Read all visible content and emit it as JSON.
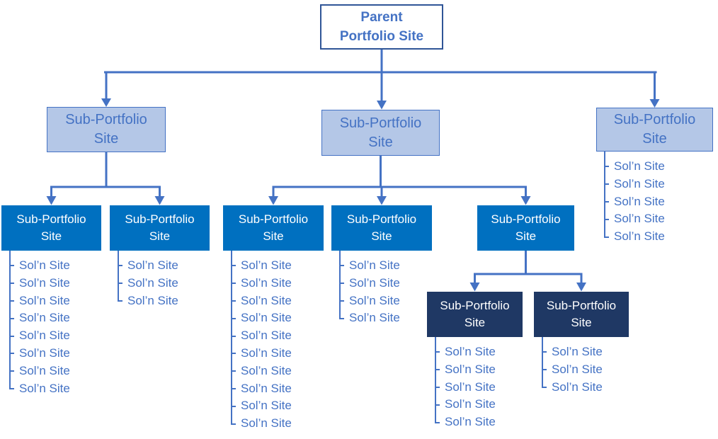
{
  "diagram": {
    "type": "hierarchy-org-chart",
    "colors": {
      "connector_line": "#4472C4",
      "parent_border": "#2F5597",
      "parent_text": "#4472C4",
      "level2_fill": "#B4C7E7",
      "level2_border": "#4472C4",
      "level2_text": "#4472C4",
      "level3_fill": "#0070C0",
      "level4_fill": "#1F3864",
      "box_text_light": "#FFFFFF",
      "solution_text": "#4472C4"
    },
    "nodes": {
      "parent": {
        "line1": "Parent",
        "line2": "Portfolio Site"
      },
      "level2": [
        {
          "line1": "Sub-Portfolio",
          "line2": "Site"
        },
        {
          "line1": "Sub-Portfolio",
          "line2": "Site"
        },
        {
          "line1": "Sub-Portfolio",
          "line2": "Site"
        }
      ],
      "level3": [
        {
          "line1": "Sub-Portfolio",
          "line2": "Site"
        },
        {
          "line1": "Sub-Portfolio",
          "line2": "Site"
        },
        {
          "line1": "Sub-Portfolio",
          "line2": "Site"
        },
        {
          "line1": "Sub-Portfolio",
          "line2": "Site"
        },
        {
          "line1": "Sub-Portfolio",
          "line2": "Site"
        }
      ],
      "level4": [
        {
          "line1": "Sub-Portfolio",
          "line2": "Site"
        },
        {
          "line1": "Sub-Portfolio",
          "line2": "Site"
        }
      ]
    },
    "solution_lists": {
      "left_a": [
        "Sol’n Site",
        "Sol’n Site",
        "Sol’n Site",
        "Sol’n Site",
        "Sol’n Site",
        "Sol’n Site",
        "Sol’n Site",
        "Sol’n Site"
      ],
      "left_b": [
        "Sol’n Site",
        "Sol’n Site",
        "Sol’n Site"
      ],
      "mid_c": [
        "Sol’n Site",
        "Sol’n Site",
        "Sol’n Site",
        "Sol’n Site",
        "Sol’n Site",
        "Sol’n Site",
        "Sol’n Site",
        "Sol’n Site",
        "Sol’n Site",
        "Sol’n Site"
      ],
      "mid_d": [
        "Sol’n Site",
        "Sol’n Site",
        "Sol’n Site",
        "Sol’n Site"
      ],
      "right": [
        "Sol’n Site",
        "Sol’n Site",
        "Sol’n Site",
        "Sol’n Site",
        "Sol’n Site"
      ],
      "deep_f": [
        "Sol’n Site",
        "Sol’n Site",
        "Sol’n Site",
        "Sol’n Site",
        "Sol’n Site"
      ],
      "deep_g": [
        "Sol’n Site",
        "Sol’n Site",
        "Sol’n Site"
      ]
    },
    "hierarchy_summary": {
      "root": "Parent Portfolio Site",
      "root_children": 3,
      "left_subportfolio_children": 2,
      "middle_subportfolio_children": 3,
      "right_subportfolio_solution_sites": 5,
      "level4_parents": 1,
      "level4_children": 2
    }
  }
}
